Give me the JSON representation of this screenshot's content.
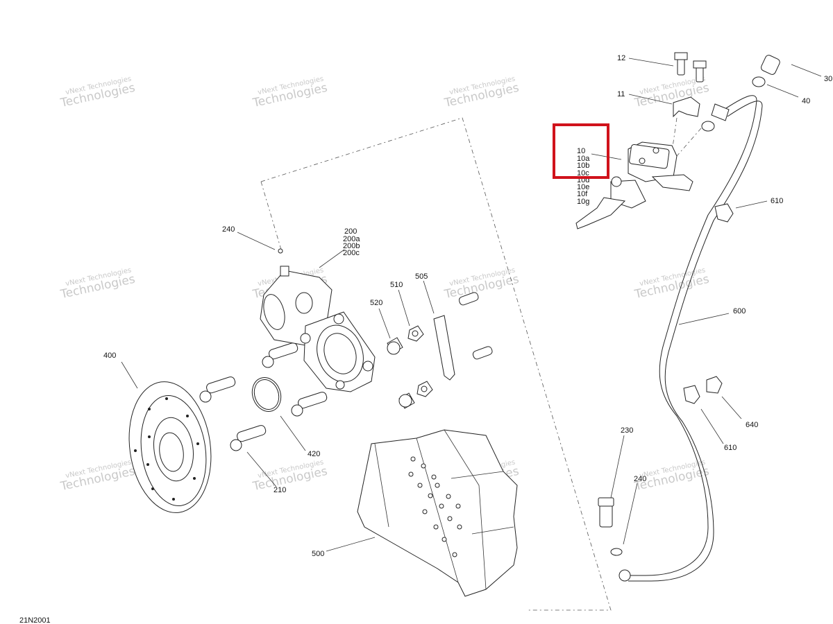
{
  "diagram_code": "21N2001",
  "highlight_color": "#d0121b",
  "watermark": {
    "line1": "vNext Technologies",
    "line2": "Technologies"
  },
  "callouts": {
    "c12": "12",
    "c11": "11",
    "c30": "30",
    "c40": "40",
    "c10": "10",
    "c10a": "10a",
    "c10b": "10b",
    "c10c": "10c",
    "c10d": "10d",
    "c10e": "10e",
    "c10f": "10f",
    "c10g": "10g",
    "c610_top": "610",
    "c240_top": "240",
    "c200": "200",
    "c200a": "200a",
    "c200b": "200b",
    "c200c": "200c",
    "c510": "510",
    "c505": "505",
    "c520": "520",
    "c600": "600",
    "c400": "400",
    "c420": "420",
    "c640": "640",
    "c610_bot": "610",
    "c230": "230",
    "c240_bot": "240",
    "c210": "210",
    "c500": "500"
  }
}
